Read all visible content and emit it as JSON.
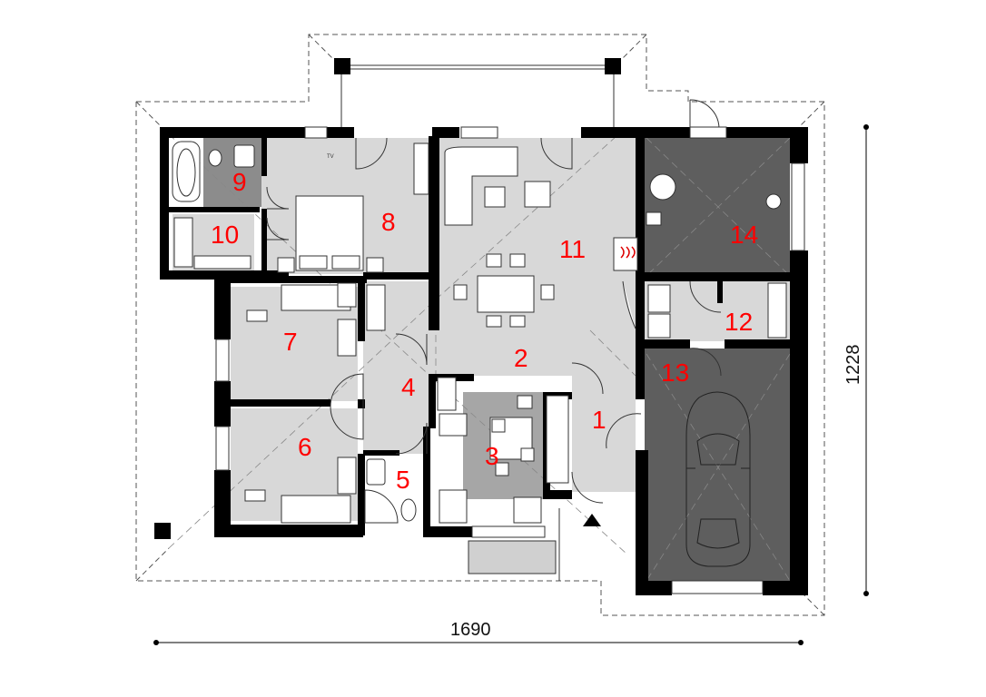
{
  "dimensions": {
    "width_label": "1690",
    "height_label": "1228"
  },
  "rooms": [
    {
      "number": "1"
    },
    {
      "number": "2"
    },
    {
      "number": "3"
    },
    {
      "number": "4"
    },
    {
      "number": "5"
    },
    {
      "number": "6"
    },
    {
      "number": "7"
    },
    {
      "number": "8"
    },
    {
      "number": "9"
    },
    {
      "number": "10"
    },
    {
      "number": "11"
    },
    {
      "number": "12"
    },
    {
      "number": "13"
    },
    {
      "number": "14"
    }
  ],
  "colors": {
    "wall": "#000000",
    "living_floor": "#d8d8d8",
    "kitchen_floor": "#a6a6a6",
    "service_floor": "#5e5e5e",
    "bath_floor": "#8c8c8c",
    "room_number": "#ff0000"
  },
  "fixtures": {
    "tv_label": "TV"
  }
}
